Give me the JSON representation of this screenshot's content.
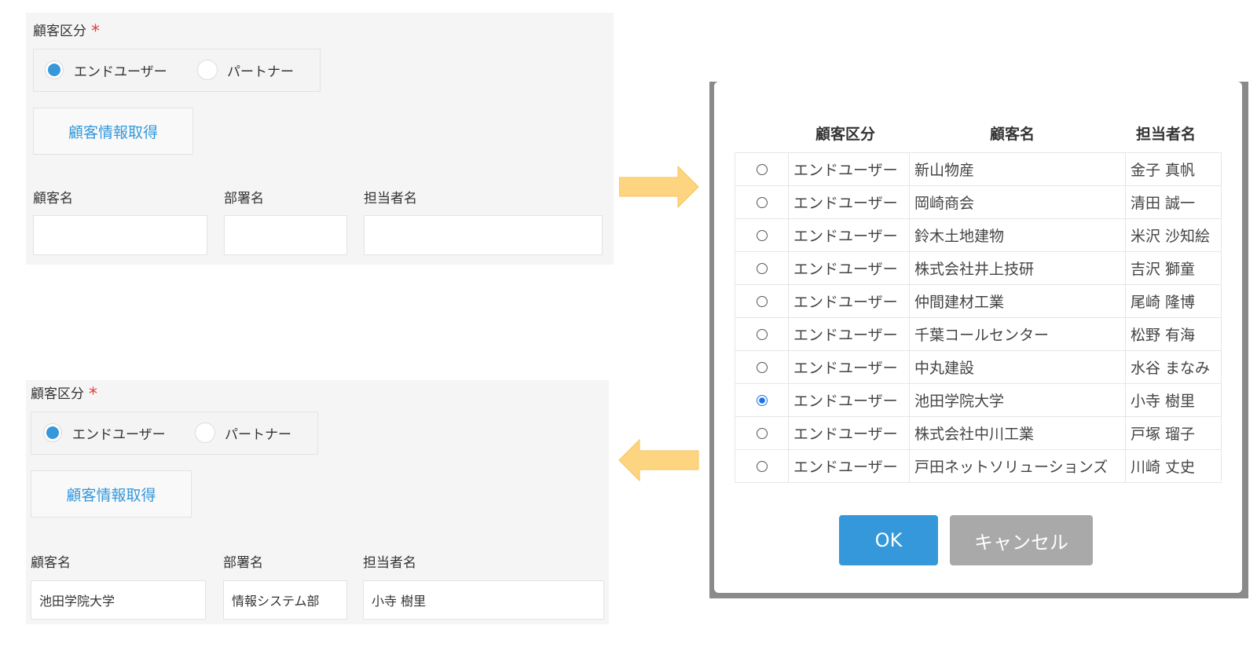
{
  "form_before": {
    "customer_type_label": "顧客区分",
    "required_mark": "*",
    "option_enduser": "エンドユーザー",
    "option_partner": "パートナー",
    "fetch_button": "顧客情報取得",
    "customer_name_label": "顧客名",
    "department_label": "部署名",
    "contact_label": "担当者名",
    "customer_name_value": "",
    "department_value": "",
    "contact_value": ""
  },
  "form_after": {
    "customer_type_label": "顧客区分",
    "required_mark": "*",
    "option_enduser": "エンドユーザー",
    "option_partner": "パートナー",
    "fetch_button": "顧客情報取得",
    "customer_name_label": "顧客名",
    "department_label": "部署名",
    "contact_label": "担当者名",
    "customer_name_value": "池田学院大学",
    "department_value": "情報システム部",
    "contact_value": "小寺 樹里"
  },
  "dialog": {
    "headers": [
      "顧客区分",
      "顧客名",
      "担当者名"
    ],
    "rows": [
      {
        "type": "エンドユーザー",
        "name": "新山物産",
        "contact": "金子 真帆",
        "selected": false
      },
      {
        "type": "エンドユーザー",
        "name": "岡崎商会",
        "contact": "清田 誠一",
        "selected": false
      },
      {
        "type": "エンドユーザー",
        "name": "鈴木土地建物",
        "contact": "米沢 沙知絵",
        "selected": false
      },
      {
        "type": "エンドユーザー",
        "name": "株式会社井上技研",
        "contact": "吉沢 獅童",
        "selected": false
      },
      {
        "type": "エンドユーザー",
        "name": "仲間建材工業",
        "contact": "尾崎 隆博",
        "selected": false
      },
      {
        "type": "エンドユーザー",
        "name": "千葉コールセンター",
        "contact": "松野 有海",
        "selected": false
      },
      {
        "type": "エンドユーザー",
        "name": "中丸建設",
        "contact": "水谷 まなみ",
        "selected": false
      },
      {
        "type": "エンドユーザー",
        "name": "池田学院大学",
        "contact": "小寺 樹里",
        "selected": true
      },
      {
        "type": "エンドユーザー",
        "name": "株式会社中川工業",
        "contact": "戸塚 瑠子",
        "selected": false
      },
      {
        "type": "エンドユーザー",
        "name": "戸田ネットソリューションズ",
        "contact": "川崎 丈史",
        "selected": false
      }
    ],
    "ok_button": "OK",
    "cancel_button": "キャンセル"
  },
  "colors": {
    "accent": "#3498db",
    "required": "#e0403a",
    "arrow": "#fdd480"
  }
}
